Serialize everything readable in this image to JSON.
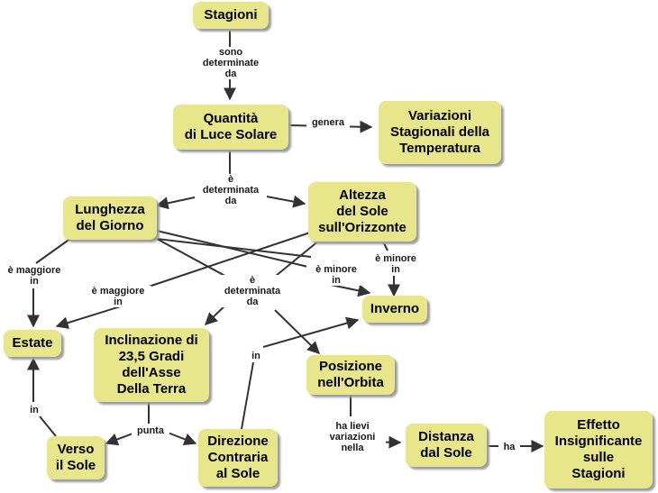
{
  "concepts": {
    "stagioni": "Stagioni",
    "quantita": "Quantità\ndi Luce Solare",
    "variazioni": "Variazioni\nStagionali della\nTemperatura",
    "lunghezza": "Lunghezza\ndel Giorno",
    "altezza": "Altezza\ndel Sole\nsull'Orizzonte",
    "estate": "Estate",
    "inverno": "Inverno",
    "inclinazione": "Inclinazione di\n23,5 Gradi\ndell'Asse\nDella Terra",
    "posizione": "Posizione\nnell'Orbita",
    "verso": "Verso\nil Sole",
    "direzione": "Direzione\nContraria\nal Sole",
    "distanza": "Distanza\ndal Sole",
    "effetto": "Effetto\nInsignificante\nsulle\nStagioni"
  },
  "links": {
    "sono_determinate": "sono\ndeterminate\nda",
    "genera": "genera",
    "e_determinata_1": "è\ndeterminata\nda",
    "e_maggiore_1": "è maggiore\nin",
    "e_maggiore_2": "è maggiore\nin",
    "e_minore_1": "è minore\nin",
    "e_minore_2": "è minore\nin",
    "e_determinata_2": "è\ndeterminata\nda",
    "in_1": "in",
    "in_2": "in",
    "punta": "punta",
    "ha_lievi": "ha lievi\nvariazioni\nnella",
    "ha": "ha"
  }
}
